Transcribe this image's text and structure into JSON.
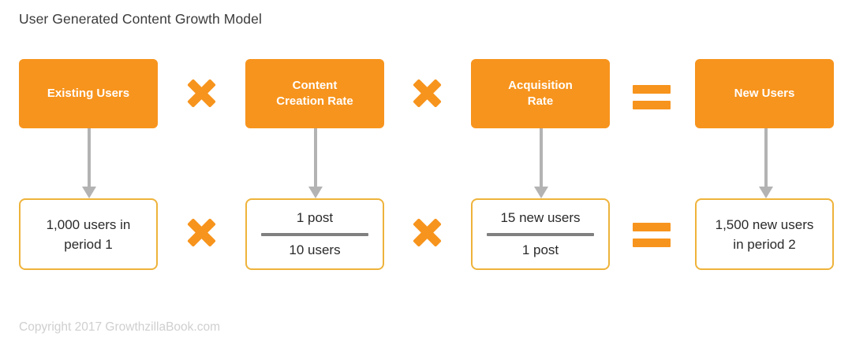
{
  "diagram": {
    "title": "User Generated Content Growth Model",
    "footer": "Copyright 2017 GrowthzillaBook.com",
    "colors": {
      "box_fill": "#f7941d",
      "box_outline": "#eeb33b",
      "operator": "#f7941d",
      "arrow": "#b3b3b3",
      "title_text": "#3b3b3b",
      "footer_text": "#cfcfcf",
      "value_text": "#2a2a2a",
      "fraction_bar": "#808080"
    },
    "formula_row": {
      "terms": [
        {
          "label_line1": "Existing Users",
          "label_line2": ""
        },
        {
          "label_line1": "Content",
          "label_line2": "Creation Rate"
        },
        {
          "label_line1": "Acquisition",
          "label_line2": "Rate"
        },
        {
          "label_line1": "New Users",
          "label_line2": ""
        }
      ],
      "operators": [
        {
          "name": "multiply",
          "glyph": "x"
        },
        {
          "name": "multiply",
          "glyph": "x"
        },
        {
          "name": "equals",
          "glyph": "="
        }
      ]
    },
    "example_row": {
      "terms": [
        {
          "kind": "text",
          "line1": "1,000 users in",
          "line2": "period 1"
        },
        {
          "kind": "fraction",
          "numerator": "1 post",
          "denominator": "10 users"
        },
        {
          "kind": "fraction",
          "numerator": "15 new users",
          "denominator": "1 post"
        },
        {
          "kind": "text",
          "line1": "1,500 new users",
          "line2": "in period 2"
        }
      ],
      "operators": [
        {
          "name": "multiply",
          "glyph": "x"
        },
        {
          "name": "multiply",
          "glyph": "x"
        },
        {
          "name": "equals",
          "glyph": "="
        }
      ]
    },
    "connectors": [
      {
        "name": "arrow-existing-users"
      },
      {
        "name": "arrow-content-creation-rate"
      },
      {
        "name": "arrow-acquisition-rate"
      },
      {
        "name": "arrow-new-users"
      }
    ]
  }
}
